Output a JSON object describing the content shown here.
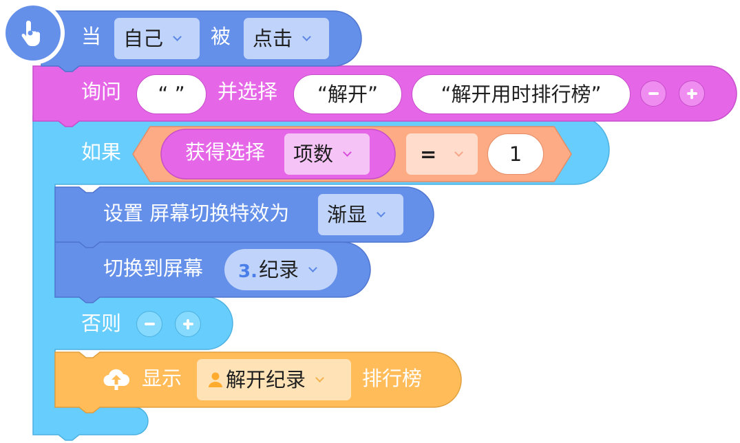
{
  "event": {
    "when": "当",
    "target": "自己",
    "passive": "被",
    "action": "点击"
  },
  "ask": {
    "label": "询问",
    "question": "“ ”",
    "and_choose": "并选择",
    "option1": "“解开”",
    "option2": "“解开用时排行榜”"
  },
  "if_block": {
    "label": "如果",
    "get_choice": "获得选择",
    "choice_field": "项数",
    "operator": "=",
    "value": "1"
  },
  "set_effect": {
    "label": "设置 屏幕切换特效为",
    "effect": "渐显"
  },
  "switch_screen": {
    "label": "切换到屏幕",
    "screen_number": "3.",
    "screen_name": "纪录"
  },
  "else_block": {
    "label": "否则"
  },
  "show_leaderboard": {
    "label": "显示",
    "board": "解开纪录",
    "suffix": "排行榜"
  },
  "colors": {
    "event": "#6590ea",
    "ask": "#e567e7",
    "control": "#67cdfd",
    "compare": "#fdab85",
    "screen": "#6590ea",
    "leaderboard": "#ffbc59"
  }
}
